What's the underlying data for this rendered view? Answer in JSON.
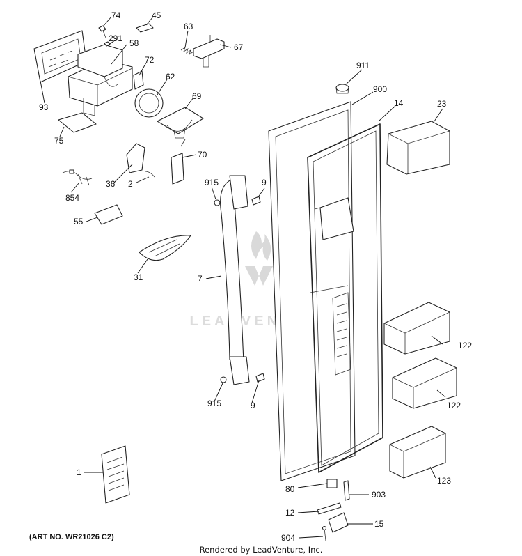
{
  "watermark": {
    "text": "LEADVENTURE"
  },
  "callouts": {
    "c74": "74",
    "c45": "45",
    "c291": "291",
    "c58": "58",
    "c63": "63",
    "c67": "67",
    "c72": "72",
    "c93": "93",
    "c62": "62",
    "c911": "911",
    "c900": "900",
    "c14": "14",
    "c23": "23",
    "c69": "69",
    "c75": "75",
    "c70": "70",
    "c36": "36",
    "c2": "2",
    "c854": "854",
    "c915a": "915",
    "c9a": "9",
    "c55": "55",
    "c31": "31",
    "c7": "7",
    "c122a": "122",
    "c122b": "122",
    "c915b": "915",
    "c9b": "9",
    "c1": "1",
    "c123": "123",
    "c80": "80",
    "c903": "903",
    "c12": "12",
    "c15": "15",
    "c904": "904"
  },
  "footer": {
    "art_no": "(ART NO. WR21026 C2)",
    "credit": "Rendered by LeadVenture, Inc."
  }
}
